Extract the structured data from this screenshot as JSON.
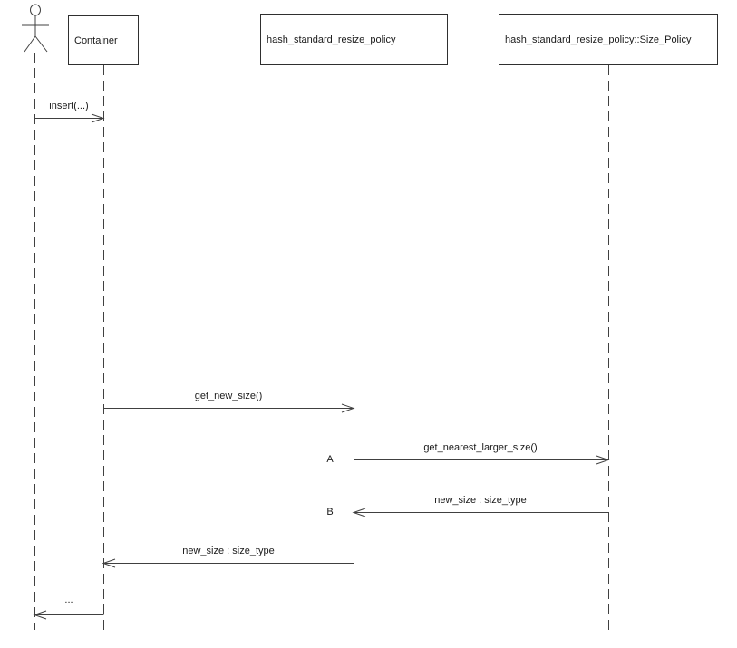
{
  "diagram_type": "uml-sequence",
  "colors": {
    "line": "#404040",
    "text": "#1a1a1a",
    "background": "#ffffff"
  },
  "participants": [
    {
      "id": "user",
      "kind": "actor",
      "label": ""
    },
    {
      "id": "container",
      "kind": "object",
      "label": "Container"
    },
    {
      "id": "resize_policy",
      "kind": "object",
      "label": "hash_standard_resize_policy"
    },
    {
      "id": "size_policy",
      "kind": "object",
      "label": "hash_standard_resize_policy::Size_Policy"
    }
  ],
  "messages": [
    {
      "label": "insert(...)",
      "from": "user",
      "to": "container",
      "direction": "right",
      "marker": ""
    },
    {
      "label": "get_new_size()",
      "from": "container",
      "to": "resize_policy",
      "direction": "right",
      "marker": ""
    },
    {
      "label": "get_nearest_larger_size()",
      "from": "resize_policy",
      "to": "size_policy",
      "direction": "right",
      "marker": "A"
    },
    {
      "label": "new_size : size_type",
      "from": "size_policy",
      "to": "resize_policy",
      "direction": "left",
      "marker": "B"
    },
    {
      "label": "new_size : size_type",
      "from": "resize_policy",
      "to": "container",
      "direction": "left",
      "marker": ""
    },
    {
      "label": "...",
      "from": "container",
      "to": "user",
      "direction": "left",
      "marker": ""
    }
  ]
}
